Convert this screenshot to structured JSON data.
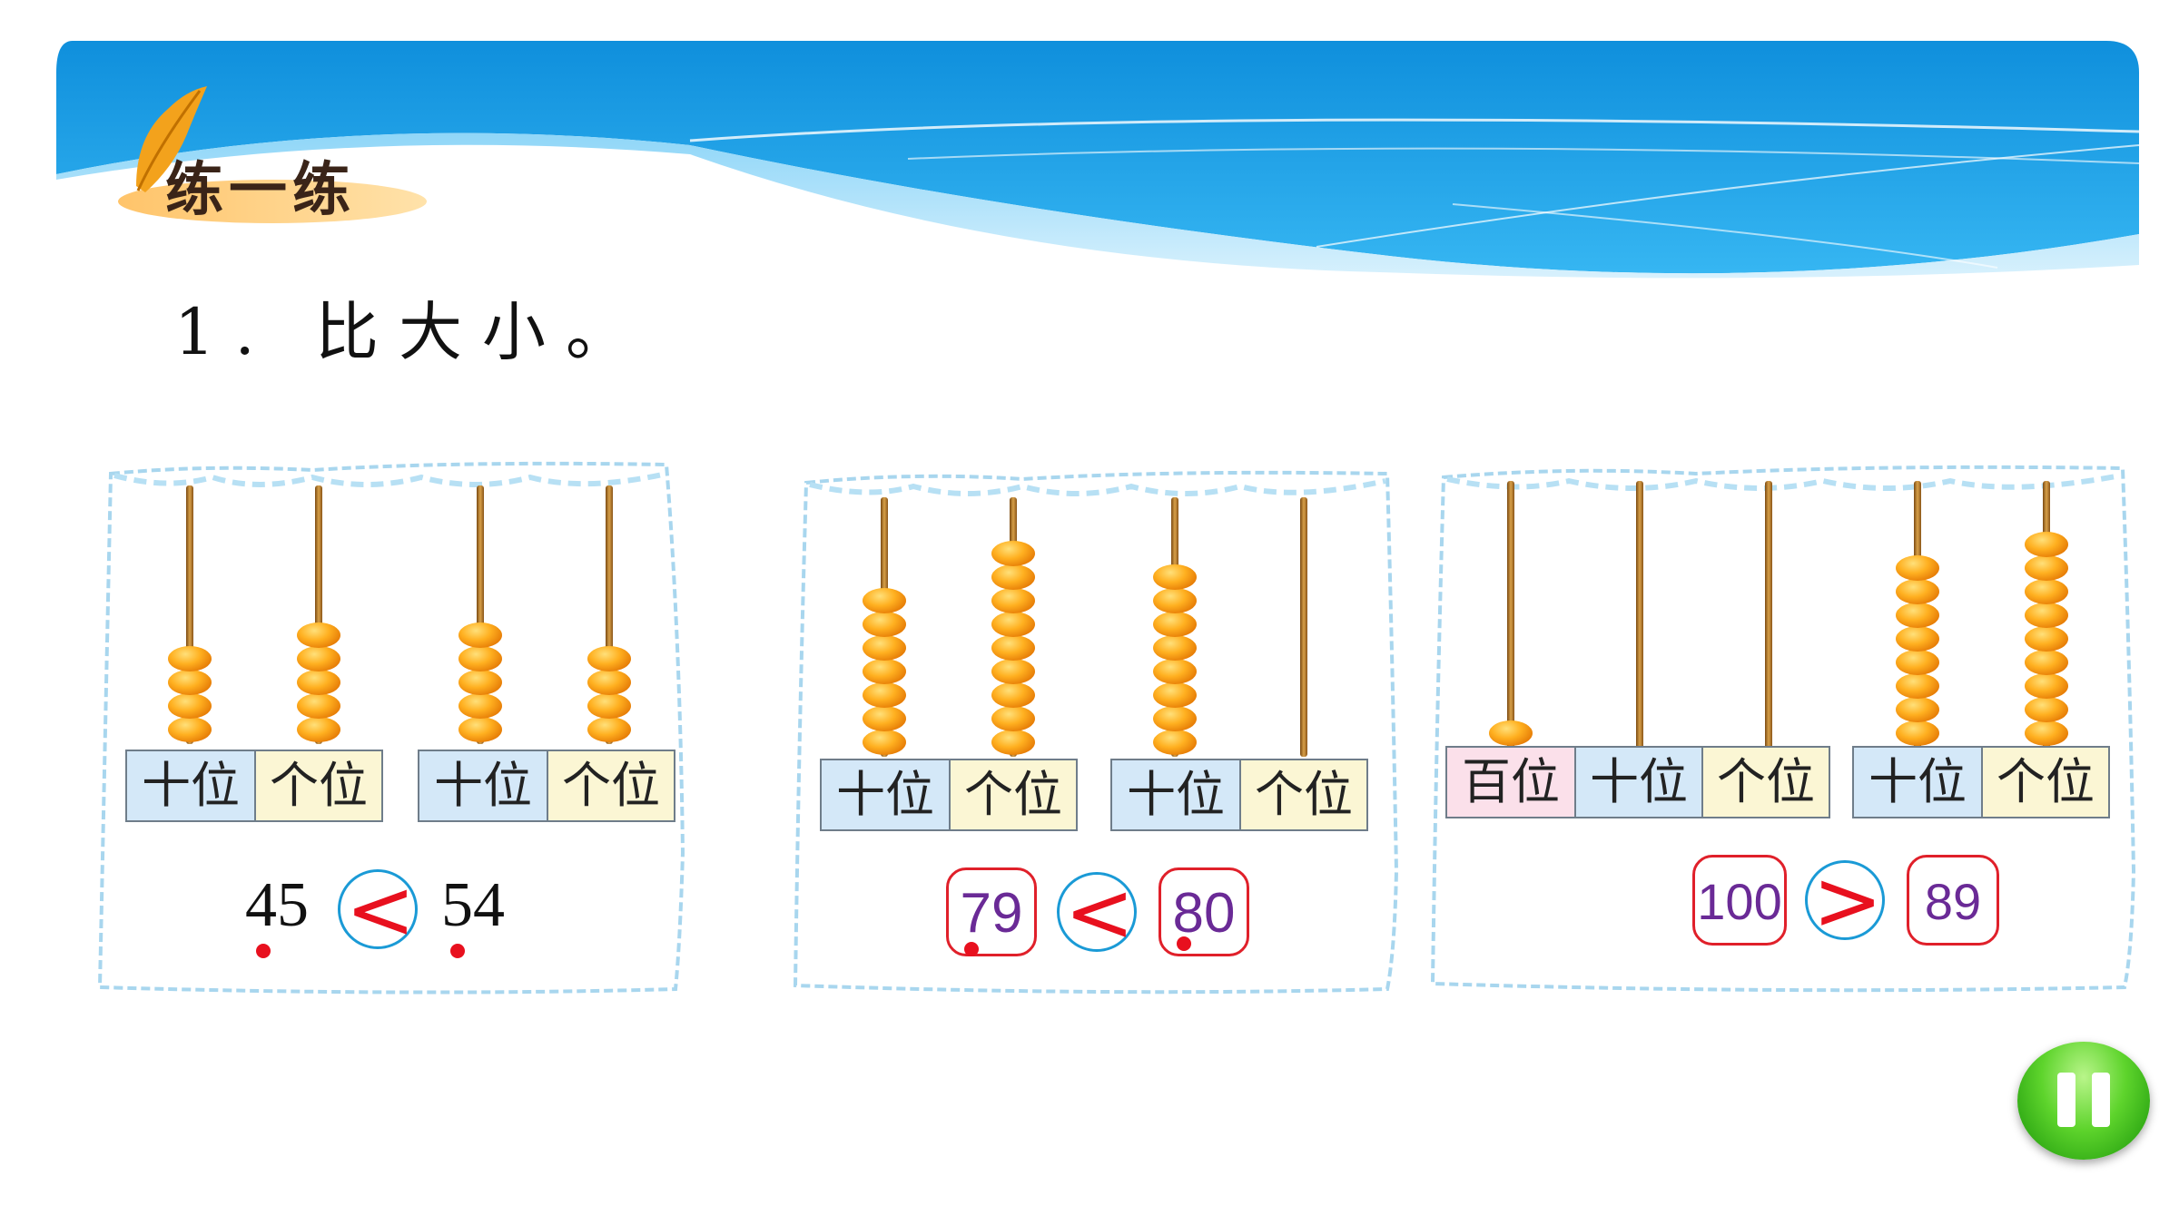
{
  "header": {
    "section_title": "练一练"
  },
  "question": {
    "text": "1. 比大小。"
  },
  "colors": {
    "banner_blue": "#1ea0e6",
    "bead_orange": "#f28a0c",
    "sign_red": "#e8101e",
    "circle_blue": "#1a9ad6",
    "box_red": "#e0202a",
    "number_purple": "#6a2a96",
    "pause_green": "#3cc01c"
  },
  "labels": {
    "hundreds": "百位",
    "tens": "十位",
    "ones": "个位"
  },
  "exercises": [
    {
      "left": {
        "value": "45",
        "beads": [
          4,
          5
        ]
      },
      "right": {
        "value": "54",
        "beads": [
          5,
          4
        ]
      },
      "sign": "<"
    },
    {
      "left": {
        "value": "79",
        "beads": [
          7,
          9
        ]
      },
      "right": {
        "value": "80",
        "beads": [
          8,
          0
        ]
      },
      "sign": "<"
    },
    {
      "left": {
        "value": "100",
        "beads": [
          1,
          0,
          0
        ]
      },
      "right": {
        "value": "89",
        "beads": [
          8,
          9
        ]
      },
      "sign": ">"
    }
  ],
  "controls": {
    "pause_icon": "pause-icon"
  }
}
